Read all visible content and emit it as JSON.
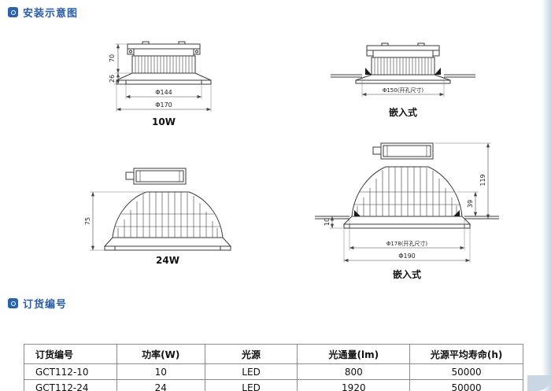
{
  "sections": {
    "install": {
      "title": "安装示意图"
    },
    "order": {
      "title": "订货编号"
    }
  },
  "diagrams": {
    "lamp10w_surface": {
      "caption": "10W",
      "dims": {
        "height_upper": "70",
        "height_trim": "26",
        "dia_inner": "Φ144",
        "dia_outer": "Φ170"
      }
    },
    "lamp10w_recessed": {
      "caption": "嵌入式",
      "dims": {
        "hole": "Φ150(开孔尺寸)"
      }
    },
    "lamp24w_surface": {
      "caption": "24W",
      "dims": {
        "height_body": "75"
      }
    },
    "lamp24w_recessed": {
      "caption": "嵌入式",
      "dims": {
        "height_total": "119",
        "height_clip": "39",
        "height_trim": "10",
        "hole": "Φ178(开孔尺寸)",
        "dia_outer": "Φ190"
      }
    }
  },
  "order_table": {
    "headers": [
      "订货编号",
      "功率(W)",
      "光源",
      "光通量(lm)",
      "光源平均寿命(h)"
    ],
    "rows": [
      [
        "GCT112-10",
        "10",
        "LED",
        "800",
        "50000"
      ],
      [
        "GCT112-24",
        "24",
        "LED",
        "1920",
        "50000"
      ]
    ]
  },
  "colors": {
    "accent_blue": "#2a5caa",
    "edge_band": "#c9d6e3"
  }
}
